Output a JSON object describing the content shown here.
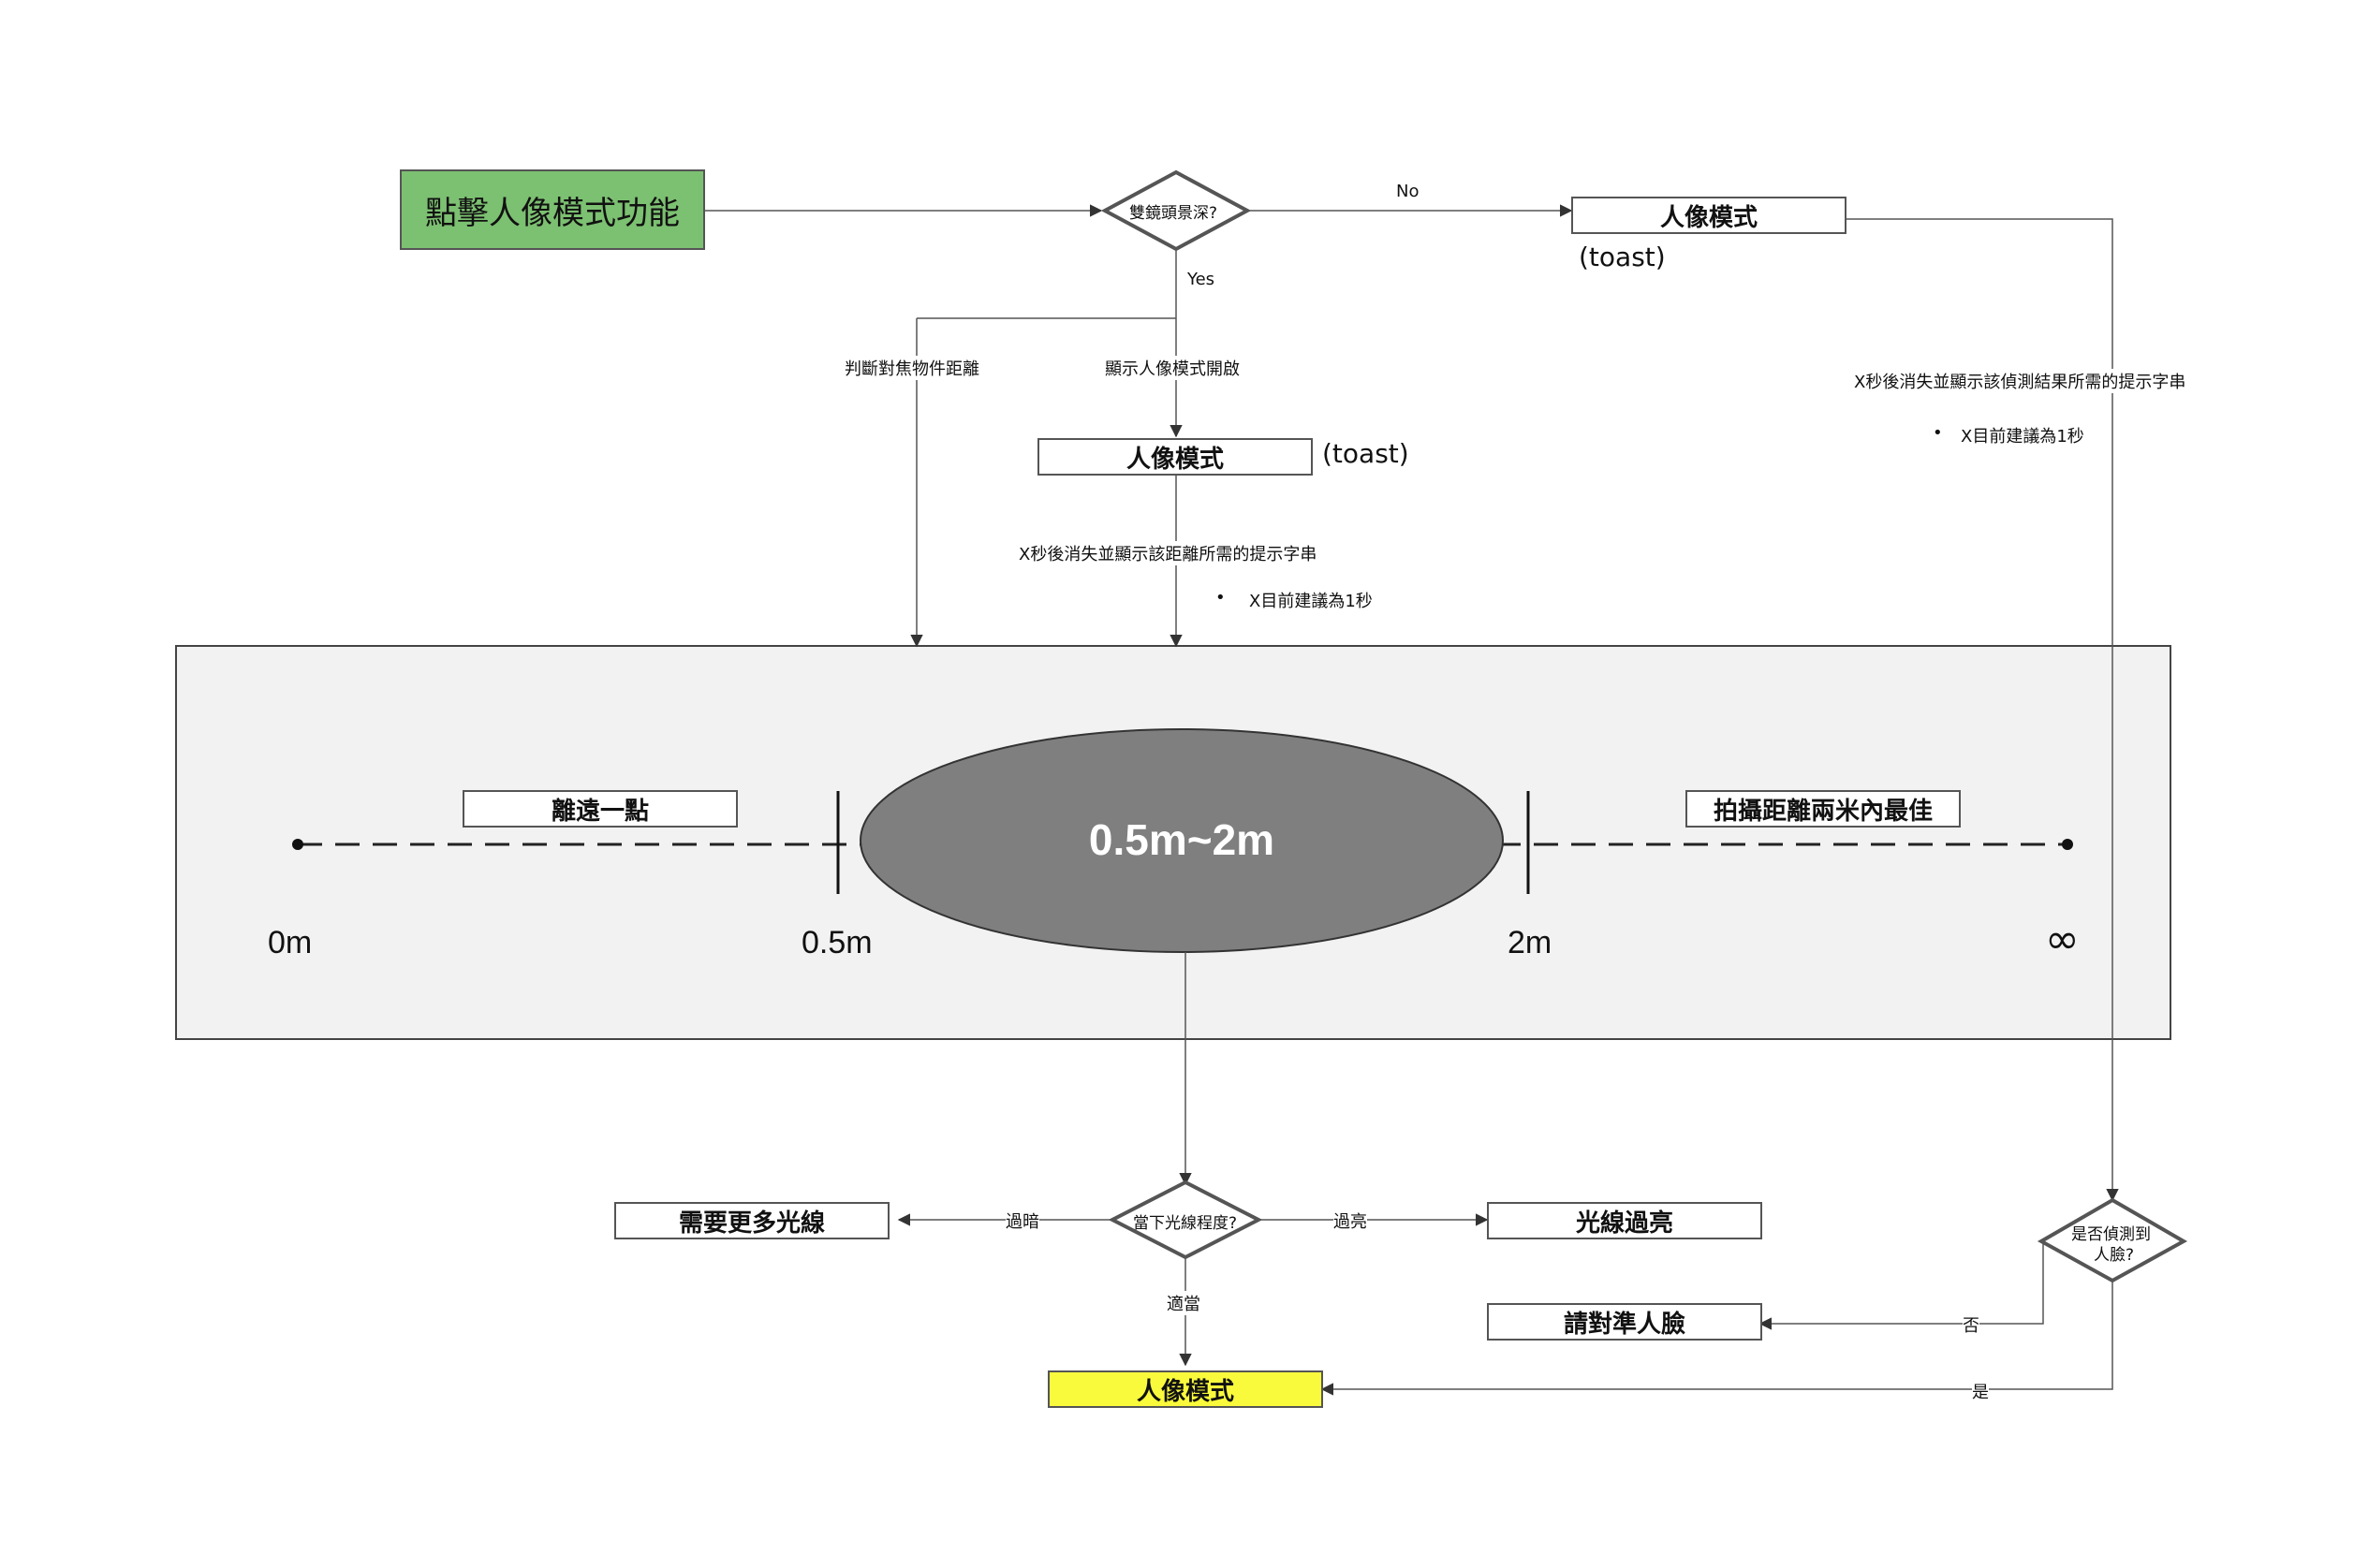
{
  "start": {
    "label": "點擊人像模式功能",
    "color": "#7cc071"
  },
  "decisions": {
    "dual_lens": "雙鏡頭景深?",
    "light_level": "當下光線程度?",
    "face_detected": [
      "是否偵測到",
      "人臉?"
    ]
  },
  "edges": {
    "no": "No",
    "yes": "Yes",
    "judge_distance": "判斷對焦物件距離",
    "show_portrait": "顯示人像模式開啟",
    "dark": "過暗",
    "bright": "過亮",
    "proper": "適當",
    "face_no": "否",
    "face_yes": "是"
  },
  "toasts": {
    "portrait_no_path": "人像模式",
    "portrait_yes_path": "人像模式",
    "toast_tag": "(toast)"
  },
  "notes": {
    "right_note": "X秒後消失並顯示該偵測結果所需的提示字串",
    "right_bullet": "X目前建議為1秒",
    "center_note": "X秒後消失並顯示該距離所需的提示字串",
    "center_bullet": "X目前建議為1秒"
  },
  "range_panel": {
    "move_away": "離遠一點",
    "best_distance": "拍攝距離兩米內最佳",
    "optimal_range": "0.5m~2m",
    "ticks": [
      "0m",
      "0.5m",
      "2m",
      "∞"
    ],
    "panel_color": "#f2f2f2",
    "ellipse_color": "#7f7f7f"
  },
  "results": {
    "need_more_light": "需要更多光線",
    "light_too_bright": "光線過亮",
    "align_face": "請對準人臉",
    "portrait_mode": "人像模式",
    "portrait_mode_color": "#fafa3c"
  }
}
